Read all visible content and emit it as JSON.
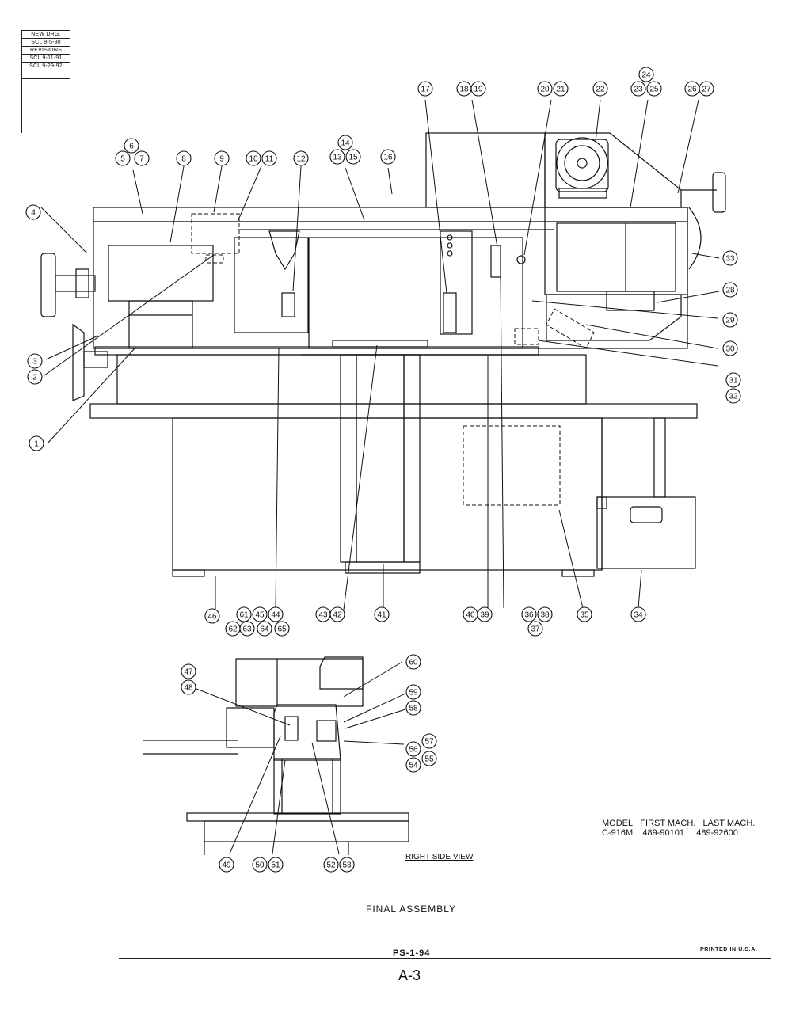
{
  "revision_block": {
    "new_drg_heading": "NEW DRG.",
    "new_drg_entry": "SCL 9-5-90",
    "revisions_heading": "REVISIONS",
    "revisions": [
      "SCL 9-11-91",
      "SCL 9-29-92"
    ]
  },
  "callouts": {
    "main": [
      "1",
      "2",
      "3",
      "4",
      "5",
      "6",
      "7",
      "8",
      "9",
      "10",
      "11",
      "12",
      "13",
      "14",
      "15",
      "16",
      "17",
      "18",
      "19",
      "20",
      "21",
      "22",
      "23",
      "24",
      "25",
      "26",
      "27",
      "28",
      "29",
      "30",
      "31",
      "32",
      "33",
      "34",
      "35",
      "36",
      "37",
      "38",
      "39",
      "40",
      "41",
      "42",
      "43",
      "44",
      "45",
      "46",
      "61",
      "62",
      "63",
      "64",
      "65"
    ],
    "side_view": [
      "47",
      "48",
      "49",
      "50",
      "51",
      "52",
      "53",
      "54",
      "55",
      "56",
      "57",
      "58",
      "59",
      "60"
    ]
  },
  "model_table": {
    "headers": [
      "MODEL",
      "FIRST MACH.",
      "LAST MACH."
    ],
    "row": [
      "C-916M",
      "489-90101",
      "489-92600"
    ]
  },
  "side_view_label": "RIGHT SIDE VIEW",
  "drawing_title": "FINAL ASSEMBLY",
  "doc_number": "PS-1-94",
  "printed_note": "PRINTED IN U.S.A.",
  "page_label": "A-3"
}
